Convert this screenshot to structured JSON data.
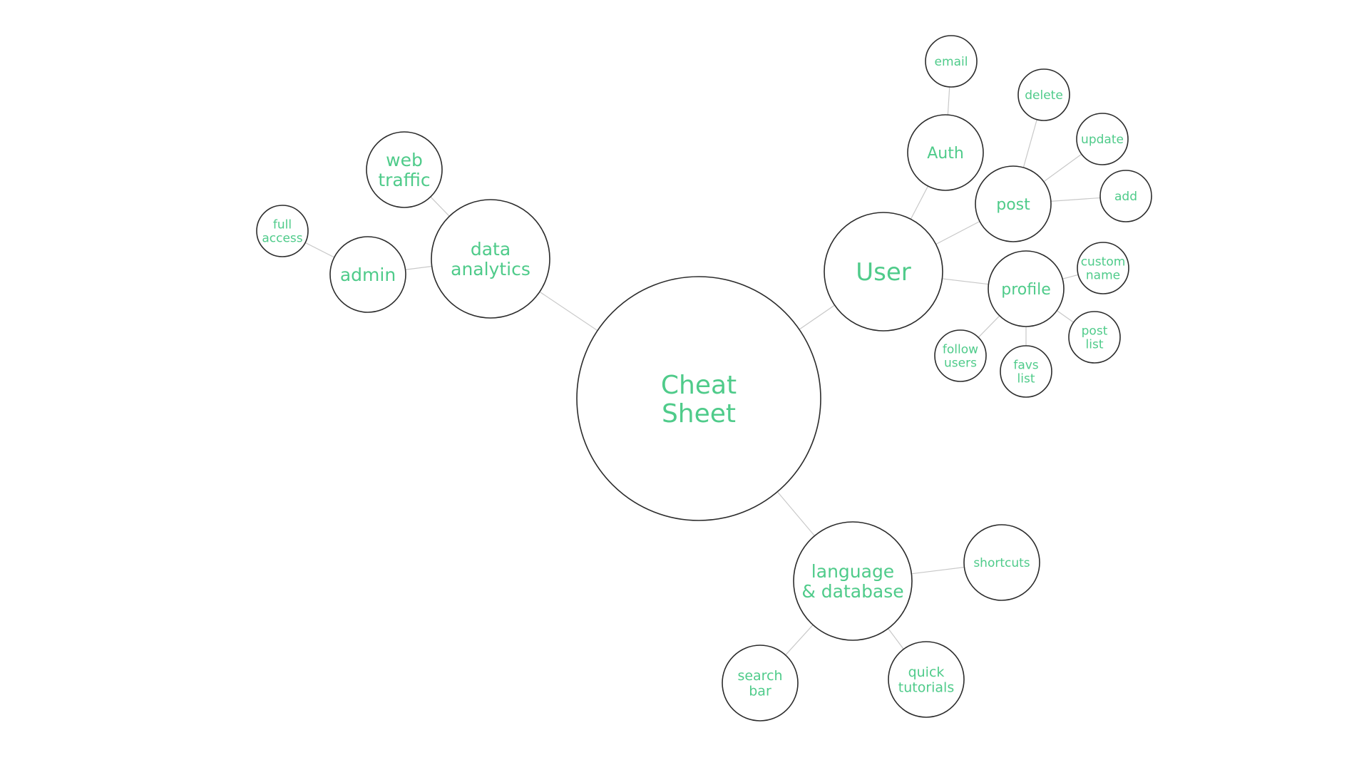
{
  "diagram": {
    "accent_color": "#4fcb8a",
    "stroke_color": "#2b2b2b",
    "edge_color": "#c8c8c8",
    "nodes": [
      {
        "id": "cheat-sheet",
        "lines": [
          "Cheat",
          "Sheet"
        ]
      },
      {
        "id": "data-analytics",
        "lines": [
          "data",
          "analytics"
        ]
      },
      {
        "id": "web-traffic",
        "lines": [
          "web",
          "traffic"
        ]
      },
      {
        "id": "admin",
        "lines": [
          "admin"
        ]
      },
      {
        "id": "full-access",
        "lines": [
          "full",
          "access"
        ]
      },
      {
        "id": "user",
        "lines": [
          "User"
        ]
      },
      {
        "id": "auth",
        "lines": [
          "Auth"
        ]
      },
      {
        "id": "email",
        "lines": [
          "email"
        ]
      },
      {
        "id": "post",
        "lines": [
          "post"
        ]
      },
      {
        "id": "delete",
        "lines": [
          "delete"
        ]
      },
      {
        "id": "update",
        "lines": [
          "update"
        ]
      },
      {
        "id": "add",
        "lines": [
          "add"
        ]
      },
      {
        "id": "profile",
        "lines": [
          "profile"
        ]
      },
      {
        "id": "custom-name",
        "lines": [
          "custom",
          "name"
        ]
      },
      {
        "id": "post-list",
        "lines": [
          "post",
          "list"
        ]
      },
      {
        "id": "favs-list",
        "lines": [
          "favs",
          "list"
        ]
      },
      {
        "id": "follow-users",
        "lines": [
          "follow",
          "users"
        ]
      },
      {
        "id": "language-database",
        "lines": [
          "language",
          "& database"
        ]
      },
      {
        "id": "shortcuts",
        "lines": [
          "shortcuts"
        ]
      },
      {
        "id": "quick-tutorials",
        "lines": [
          "quick",
          "tutorials"
        ]
      },
      {
        "id": "search-bar",
        "lines": [
          "search",
          "bar"
        ]
      }
    ],
    "edges": [
      [
        "cheat-sheet",
        "data-analytics"
      ],
      [
        "cheat-sheet",
        "user"
      ],
      [
        "cheat-sheet",
        "language-database"
      ],
      [
        "data-analytics",
        "web-traffic"
      ],
      [
        "data-analytics",
        "admin"
      ],
      [
        "admin",
        "full-access"
      ],
      [
        "user",
        "auth"
      ],
      [
        "user",
        "post"
      ],
      [
        "user",
        "profile"
      ],
      [
        "auth",
        "email"
      ],
      [
        "post",
        "delete"
      ],
      [
        "post",
        "update"
      ],
      [
        "post",
        "add"
      ],
      [
        "profile",
        "custom-name"
      ],
      [
        "profile",
        "post-list"
      ],
      [
        "profile",
        "favs-list"
      ],
      [
        "profile",
        "follow-users"
      ],
      [
        "language-database",
        "shortcuts"
      ],
      [
        "language-database",
        "quick-tutorials"
      ],
      [
        "language-database",
        "search-bar"
      ]
    ]
  }
}
